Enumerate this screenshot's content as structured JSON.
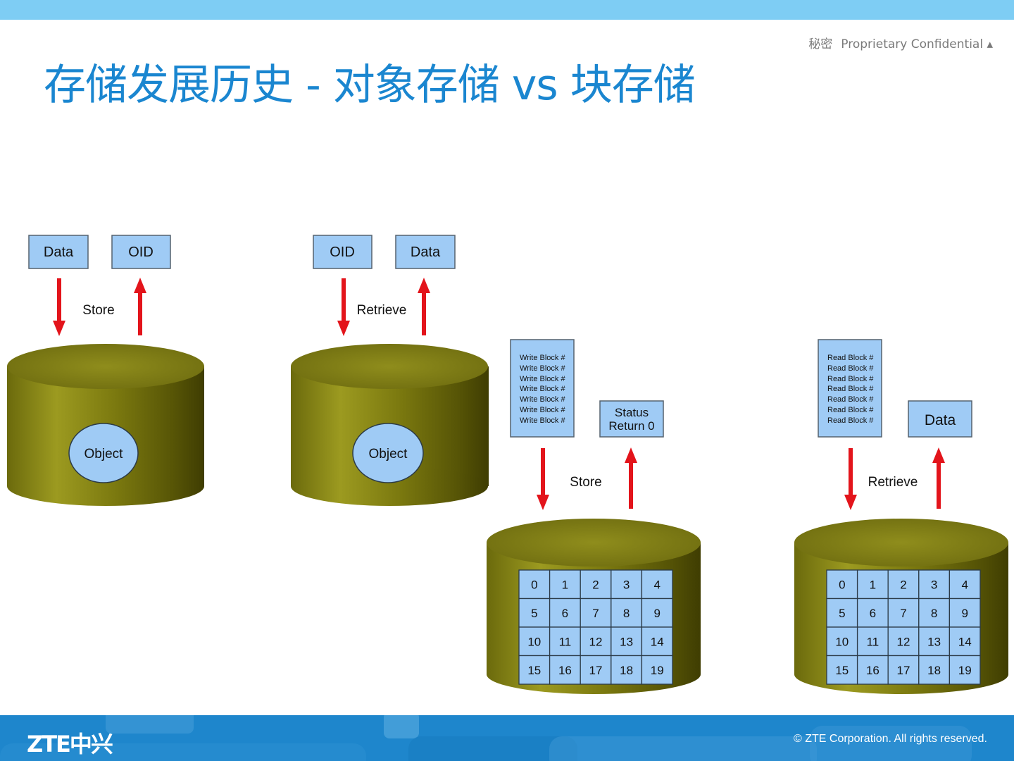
{
  "header": {
    "confidential_zh": "秘密",
    "confidential_en": "Proprietary Confidential ▴",
    "title": "存储发展历史 - 对象存储 vs 块存储"
  },
  "diagram": {
    "object_store": {
      "box1": "Data",
      "box2": "OID",
      "label": "Store",
      "object": "Object"
    },
    "object_retrieve": {
      "box1": "OID",
      "box2": "Data",
      "label": "Retrieve",
      "object": "Object"
    },
    "block_store": {
      "commands": [
        "Write Block #",
        "Write Block #",
        "Write Block #",
        "Write Block #",
        "Write Block #",
        "Write Block #",
        "Write Block #"
      ],
      "status_line1": "Status",
      "status_line2": "Return 0",
      "label": "Store",
      "grid": [
        [
          "0",
          "1",
          "2",
          "3",
          "4"
        ],
        [
          "5",
          "6",
          "7",
          "8",
          "9"
        ],
        [
          "10",
          "11",
          "12",
          "13",
          "14"
        ],
        [
          "15",
          "16",
          "17",
          "18",
          "19"
        ]
      ]
    },
    "block_retrieve": {
      "commands": [
        "Read Block #",
        "Read Block #",
        "Read Block #",
        "Read Block #",
        "Read Block #",
        "Read Block #",
        "Read Block #"
      ],
      "data": "Data",
      "label": "Retrieve",
      "grid": [
        [
          "0",
          "1",
          "2",
          "3",
          "4"
        ],
        [
          "5",
          "6",
          "7",
          "8",
          "9"
        ],
        [
          "10",
          "11",
          "12",
          "13",
          "14"
        ],
        [
          "15",
          "16",
          "17",
          "18",
          "19"
        ]
      ]
    }
  },
  "footer": {
    "logo": "ZTE中兴",
    "copyright": "© ZTE Corporation. All rights reserved."
  },
  "colors": {
    "accent": "#1a86d0",
    "topbar": "#7ecdf4",
    "footer": "#1e86cc",
    "box": "#9fcbf5",
    "arrow": "#e3141b",
    "drum": "#8a8a16"
  }
}
